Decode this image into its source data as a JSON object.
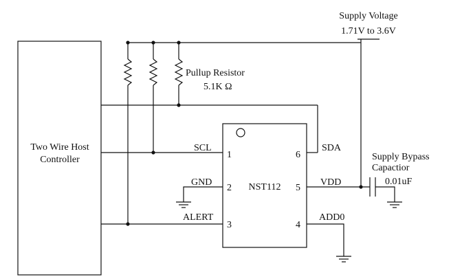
{
  "supply": {
    "title": "Supply Voltage",
    "range": "1.71V to 3.6V"
  },
  "pullup": {
    "label": "Pullup Resistor",
    "value": "5.1K Ω"
  },
  "host": {
    "line1": "Two Wire Host",
    "line2": "Controller"
  },
  "chip": {
    "name": "NST112",
    "pins": {
      "p1": "1",
      "p2": "2",
      "p3": "3",
      "p4": "4",
      "p5": "5",
      "p6": "6"
    }
  },
  "signals": {
    "scl": "SCL",
    "gnd": "GND",
    "alert": "ALERT",
    "sda": "SDA",
    "vdd": "VDD",
    "add0": "ADD0"
  },
  "bypass": {
    "line1": "Supply Bypass",
    "line2": "Capactior",
    "value": "0.01uF"
  }
}
